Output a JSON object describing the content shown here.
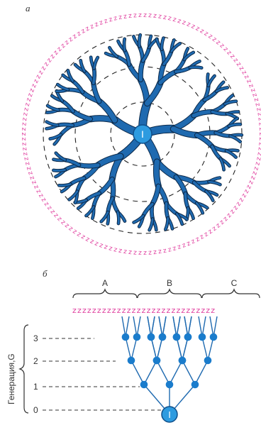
{
  "panel_a": {
    "label": "а",
    "core_label": "I",
    "surface_marker": "z"
  },
  "panel_b": {
    "label": "б",
    "core_label": "I",
    "surface_marker": "zzzzzzzzzzzzzzzzzzzzzzzzzzzzz",
    "groups": [
      "A",
      "B",
      "C"
    ],
    "axis_title": "Генерация,G",
    "generations": [
      "0",
      "1",
      "2",
      "3"
    ]
  },
  "colors": {
    "branch": "#1f6ab0",
    "node": "#1a7ccc",
    "core_fill": "#2d9be0",
    "surface": "#e0409f",
    "text": "#333333"
  }
}
